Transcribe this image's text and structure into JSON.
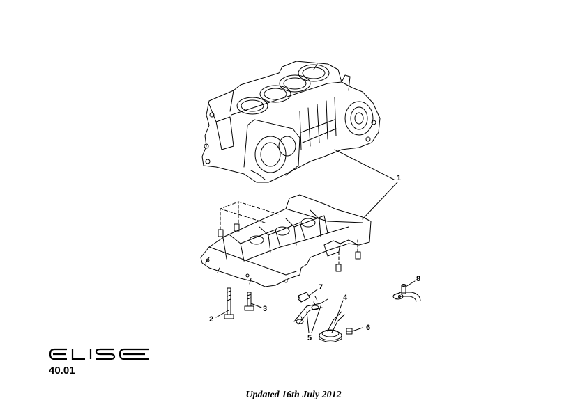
{
  "brand": {
    "logo_text": "ELISE"
  },
  "page_number": "40.01",
  "updated_note": "Updated 16th July 2012",
  "callouts": [
    {
      "id": "1",
      "label": "1",
      "part": "cylinder-block"
    },
    {
      "id": "2",
      "label": "2",
      "part": "long-bolt"
    },
    {
      "id": "3",
      "label": "3",
      "part": "short-bolt"
    },
    {
      "id": "4",
      "label": "4",
      "part": "oil-pickup-strainer"
    },
    {
      "id": "5",
      "label": "5",
      "part": "pickup-bracket-fasteners"
    },
    {
      "id": "6",
      "label": "6",
      "part": "strainer-bolt"
    },
    {
      "id": "7",
      "label": "7",
      "part": "clip"
    },
    {
      "id": "8",
      "label": "8",
      "part": "breather-pipe-fitting"
    }
  ]
}
